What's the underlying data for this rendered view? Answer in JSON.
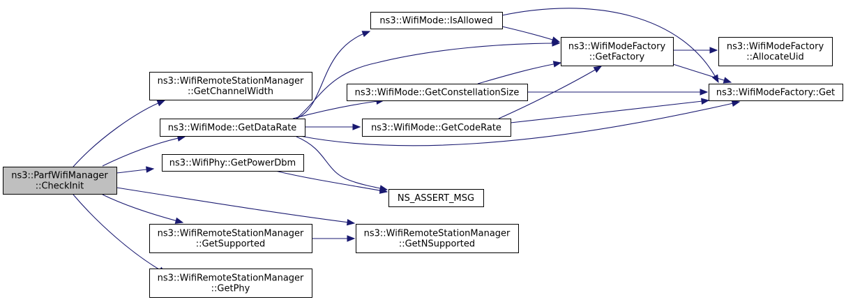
{
  "diagram": {
    "edge_color": "#191970",
    "root_fill": "#bfbfbf",
    "nodes": [
      {
        "id": "root",
        "lines": [
          "ns3::ParfWifiManager",
          "::CheckInit"
        ],
        "root": true
      },
      {
        "id": "getchannelwidth",
        "lines": [
          "ns3::WifiRemoteStationManager",
          "::GetChannelWidth"
        ]
      },
      {
        "id": "getdatarate",
        "lines": [
          "ns3::WifiMode::GetDataRate"
        ]
      },
      {
        "id": "getpowerdbm",
        "lines": [
          "ns3::WifiPhy::GetPowerDbm"
        ]
      },
      {
        "id": "getsupported",
        "lines": [
          "ns3::WifiRemoteStationManager",
          "::GetSupported"
        ]
      },
      {
        "id": "getphy",
        "lines": [
          "ns3::WifiRemoteStationManager",
          "::GetPhy"
        ]
      },
      {
        "id": "isallowed",
        "lines": [
          "ns3::WifiMode::IsAllowed"
        ]
      },
      {
        "id": "getconstellationsize",
        "lines": [
          "ns3::WifiMode::GetConstellationSize"
        ]
      },
      {
        "id": "getcoderate",
        "lines": [
          "ns3::WifiMode::GetCodeRate"
        ]
      },
      {
        "id": "nsassertmsg",
        "lines": [
          "NS_ASSERT_MSG"
        ]
      },
      {
        "id": "getnsupported",
        "lines": [
          "ns3::WifiRemoteStationManager",
          "::GetNSupported"
        ]
      },
      {
        "id": "getfactory",
        "lines": [
          "ns3::WifiModeFactory",
          "::GetFactory"
        ]
      },
      {
        "id": "allocateuid",
        "lines": [
          "ns3::WifiModeFactory",
          "::AllocateUid"
        ]
      },
      {
        "id": "get",
        "lines": [
          "ns3::WifiModeFactory::Get"
        ]
      }
    ],
    "edges": [
      {
        "from": "root",
        "to": "getchannelwidth"
      },
      {
        "from": "root",
        "to": "getdatarate"
      },
      {
        "from": "root",
        "to": "getpowerdbm"
      },
      {
        "from": "root",
        "to": "getsupported"
      },
      {
        "from": "root",
        "to": "getphy"
      },
      {
        "from": "root",
        "to": "getnsupported"
      },
      {
        "from": "getdatarate",
        "to": "isallowed"
      },
      {
        "from": "getdatarate",
        "to": "getfactory"
      },
      {
        "from": "getdatarate",
        "to": "getconstellationsize"
      },
      {
        "from": "getdatarate",
        "to": "getcoderate"
      },
      {
        "from": "getdatarate",
        "to": "get"
      },
      {
        "from": "getdatarate",
        "to": "nsassertmsg"
      },
      {
        "from": "getpowerdbm",
        "to": "nsassertmsg"
      },
      {
        "from": "getsupported",
        "to": "getnsupported"
      },
      {
        "from": "isallowed",
        "to": "getfactory"
      },
      {
        "from": "isallowed",
        "to": "get"
      },
      {
        "from": "getconstellationsize",
        "to": "getfactory"
      },
      {
        "from": "getconstellationsize",
        "to": "get"
      },
      {
        "from": "getcoderate",
        "to": "getfactory"
      },
      {
        "from": "getcoderate",
        "to": "get"
      },
      {
        "from": "getfactory",
        "to": "allocateuid"
      },
      {
        "from": "getfactory",
        "to": "get"
      }
    ]
  }
}
